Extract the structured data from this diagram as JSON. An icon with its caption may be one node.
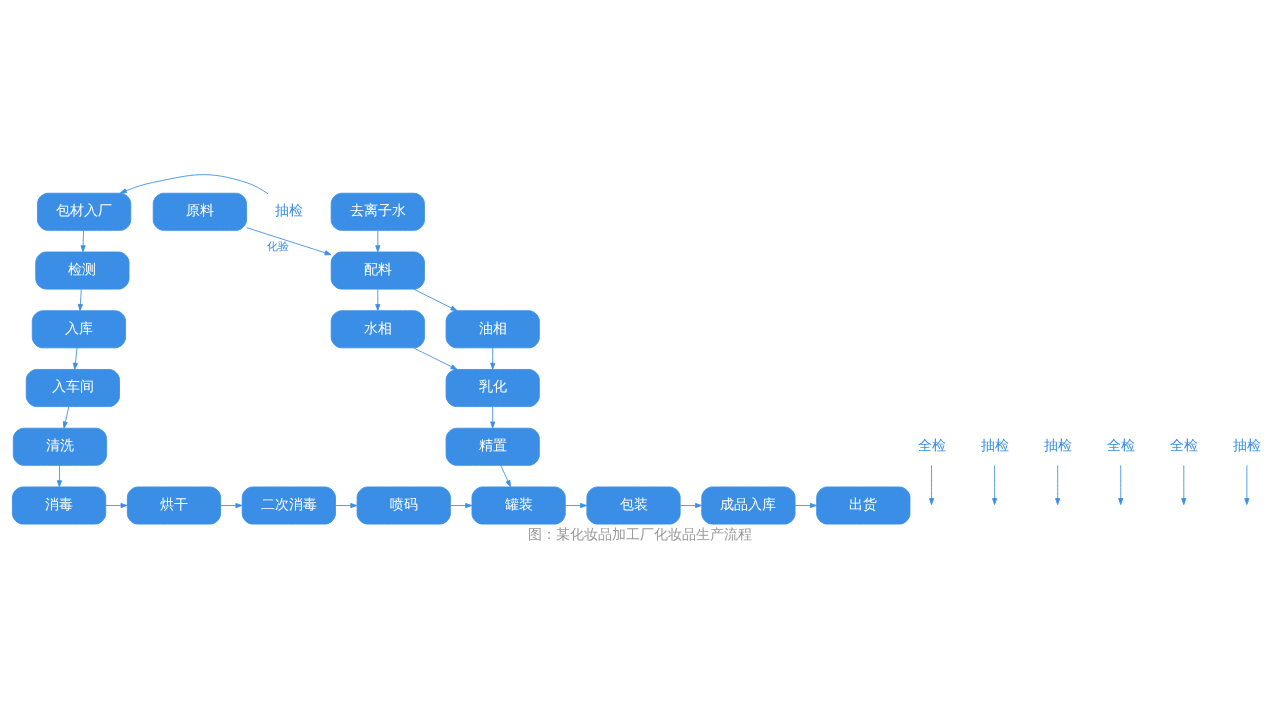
{
  "diagram": {
    "caption": "图：某化妆品加工厂化妆品生产流程",
    "nodes": [
      {
        "text": [
          "包材入厂"
        ]
      },
      {
        "text": [
          "检测"
        ]
      },
      {
        "text": [
          "入库"
        ]
      },
      {
        "text": [
          "入车间"
        ]
      },
      {
        "text": [
          "清洗"
        ]
      },
      {
        "text": [
          "消毒"
        ]
      },
      {
        "text": [
          "烘干"
        ]
      },
      {
        "text": [
          "二次消毒"
        ]
      },
      {
        "text": [
          "喷码"
        ]
      },
      {
        "text": [
          "罐装"
        ]
      },
      {
        "text": [
          "包装"
        ]
      },
      {
        "text": [
          "成品入库"
        ]
      },
      {
        "text": [
          "出货"
        ]
      },
      {
        "text": [
          "原料"
        ]
      },
      {
        "text": [
          "去离子水"
        ]
      },
      {
        "text": [
          "配料"
        ]
      },
      {
        "text": [
          "油相"
        ]
      },
      {
        "text": [
          "水相"
        ]
      },
      {
        "text": [
          "乳化"
        ]
      },
      {
        "text": [
          "精置"
        ]
      },
      {
        "text": [
          "抽检"
        ]
      },
      {
        "text": [
          "全检"
        ]
      },
      {
        "text": [
          "抽检"
        ]
      },
      {
        "text": [
          "抽检"
        ]
      },
      {
        "text": [
          "全检"
        ]
      },
      {
        "text": [
          "全检"
        ]
      },
      {
        "text": [
          "抽检"
        ]
      }
    ],
    "edges": [
      {
        "from": 0,
        "to": 1,
        "arrow": "to"
      },
      {
        "from": 1,
        "to": 2,
        "arrow": "to"
      },
      {
        "from": 2,
        "to": 3,
        "arrow": "to"
      },
      {
        "from": 3,
        "to": 4,
        "arrow": "to"
      },
      {
        "from": 4,
        "to": 5,
        "arrow": "to"
      },
      {
        "from": 5,
        "to": 6,
        "arrow": "to"
      },
      {
        "from": 6,
        "to": 7,
        "arrow": "to"
      },
      {
        "from": 7,
        "to": 8,
        "arrow": "to"
      },
      {
        "from": 8,
        "to": 9,
        "arrow": "to"
      },
      {
        "from": 9,
        "to": 10,
        "arrow": "to"
      },
      {
        "from": 10,
        "to": 11,
        "arrow": "to"
      },
      {
        "from": 11,
        "to": 12,
        "arrow": "to"
      },
      {
        "from": 13,
        "to": 15,
        "arrow": "to",
        "label": "化验"
      },
      {
        "from": 14,
        "to": 15,
        "arrow": "to"
      },
      {
        "from": 15,
        "to": 16,
        "arrow": "to"
      },
      {
        "from": 15,
        "to": 17,
        "arrow": "to"
      },
      {
        "from": 16,
        "to": 18,
        "arrow": "to"
      },
      {
        "from": 17,
        "to": 18,
        "arrow": "to"
      },
      {
        "from": 18,
        "to": 19,
        "arrow": "to"
      },
      {
        "from": 19,
        "to": 9,
        "arrow": "to"
      },
      {
        "from": 20,
        "to": 0,
        "arrow": "to"
      },
      {
        "from": 21,
        "to": null,
        "arrow": "to"
      },
      {
        "from": 22,
        "to": null,
        "arrow": "to"
      },
      {
        "from": 23,
        "to": null,
        "arrow": "to"
      },
      {
        "from": 24,
        "to": null,
        "arrow": "to"
      },
      {
        "from": 25,
        "to": null,
        "arrow": "to"
      },
      {
        "from": 26,
        "to": null,
        "arrow": "to"
      }
    ]
  }
}
